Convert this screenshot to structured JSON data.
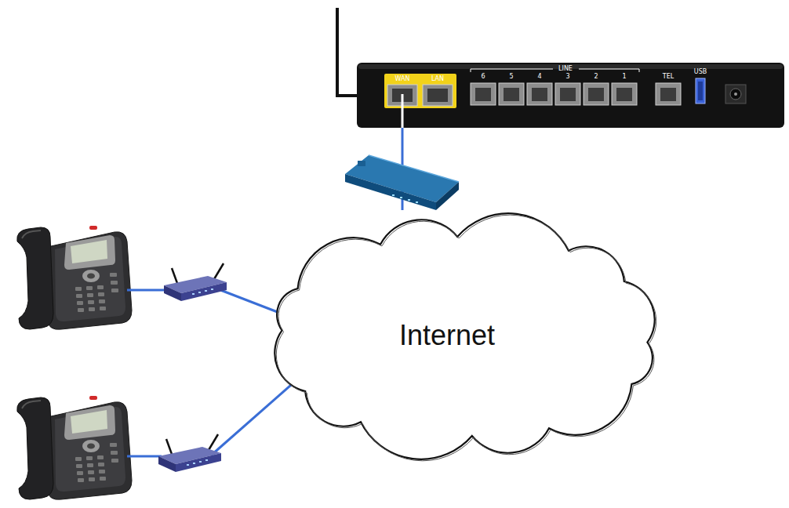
{
  "diagram": {
    "nodes": [
      {
        "text": [
          "WAN",
          "LAN",
          "LINE",
          "6",
          "5",
          "4",
          "3",
          "2",
          "1",
          "TEL",
          "USB"
        ]
      },
      {
        "text": [
          "Internet"
        ]
      }
    ],
    "edges": [
      {
        "from": 0,
        "to": 1,
        "arrow": "none"
      }
    ]
  }
}
